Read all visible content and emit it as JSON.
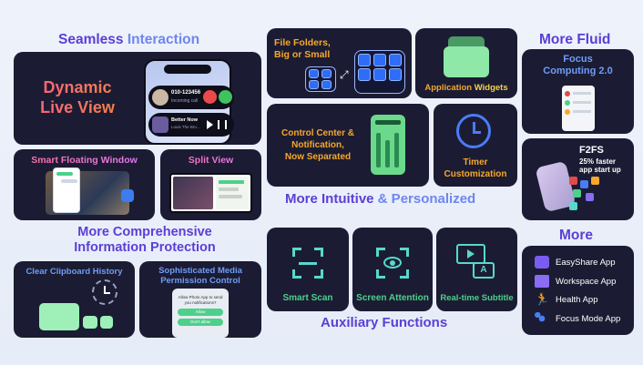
{
  "headings": {
    "seamless_1": "Seamless",
    "seamless_2": " Interaction",
    "more_fluid": "More Fluid",
    "intuitive_1": "More Intuitive",
    "intuitive_2": " & Personalized",
    "comprehensive_1": "More Comprehensive",
    "comprehensive_2": "Information Protection",
    "more": "More",
    "auxiliary": "Auxiliary Functions"
  },
  "dynamic_live_view": {
    "line1": "Dynamic",
    "line2": "Live View",
    "phone_number": "010-123456",
    "phone_sub": "Incoming call",
    "track_title": "Better Now",
    "track_artist": "Louis The Bro..."
  },
  "file_folders": {
    "line1": "File Folders,",
    "line2": "Big or Small"
  },
  "app_widgets": {
    "label_1": "Application",
    "label_2": " Widgets"
  },
  "focus_computing": {
    "line1": "Focus",
    "line2": "Computing 2.0"
  },
  "control_center": {
    "line1": "Control Center &",
    "line2": "Notification,",
    "line3": "Now Separated"
  },
  "timer": {
    "line1": "Timer",
    "line2": "Customization"
  },
  "f2fs": {
    "title": "F2FS",
    "line1": "25% faster",
    "line2": "app start up"
  },
  "smart_floating": {
    "label": "Smart Floating Window"
  },
  "split_view": {
    "label": "Split View"
  },
  "clipboard": {
    "label": "Clear Clipboard History"
  },
  "media_permission": {
    "line1": "Sophisticated Media",
    "line2": "Permission Control",
    "dialog_text_1": "Allow Photo App to send",
    "dialog_text_2": "you notifications?",
    "allow": "Allow",
    "dont_allow": "Don't allow"
  },
  "auxiliary_items": [
    {
      "label": "Smart Scan"
    },
    {
      "label": "Screen Attention"
    },
    {
      "label": "Real-time Subtitle"
    }
  ],
  "more_list": [
    {
      "label": "EasyShare App",
      "icon": "easyshare-icon",
      "color": "#7b5cf0"
    },
    {
      "label": "Workspace App",
      "icon": "workspace-icon",
      "color": "#8a6cf5"
    },
    {
      "label": "Health App",
      "icon": "health-icon",
      "color": "#4cd08a"
    },
    {
      "label": "Focus Mode App",
      "icon": "focus-mode-icon",
      "color": "#4a7cf5"
    }
  ],
  "colors": {
    "background": "#e9eef9",
    "card": "#1b1c33",
    "heading": "#5a3fd6",
    "accent": "#6f86ef"
  }
}
